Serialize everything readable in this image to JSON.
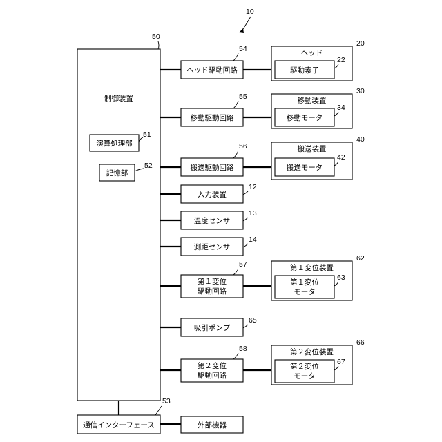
{
  "figure": {
    "ref": "10",
    "controller": {
      "title": "制御装置",
      "ref": "50"
    },
    "processing_unit": {
      "label": "演算処理部",
      "ref": "51"
    },
    "memory": {
      "label": "記憶部",
      "ref": "52"
    },
    "comm_interface": {
      "label": "通信インターフェース",
      "ref": "53"
    },
    "external_device": {
      "label": "外部機器"
    },
    "head_drive": {
      "label": "ヘッド駆動回路",
      "ref": "54"
    },
    "head": {
      "title": "ヘッド",
      "ref": "20",
      "inner_label": "駆動素子",
      "inner_ref": "22"
    },
    "move_drive": {
      "label": "移動駆動回路",
      "ref": "55"
    },
    "move_device": {
      "title": "移動装置",
      "ref": "30",
      "inner_label": "移動モータ",
      "inner_ref": "34"
    },
    "transport_drive": {
      "label": "搬送駆動回路",
      "ref": "56"
    },
    "transport_device": {
      "title": "搬送装置",
      "ref": "40",
      "inner_label": "搬送モータ",
      "inner_ref": "42"
    },
    "input_device": {
      "label": "入力装置",
      "ref": "12"
    },
    "temp_sensor": {
      "label": "温度センサ",
      "ref": "13"
    },
    "distance_sensor": {
      "label": "測距センサ",
      "ref": "14"
    },
    "disp1_drive": {
      "line1": "第１変位",
      "line2": "駆動回路",
      "ref": "57"
    },
    "disp1_device": {
      "title": "第１変位装置",
      "ref": "62",
      "inner_line1": "第１変位",
      "inner_line2": "モータ",
      "inner_ref": "63"
    },
    "suction_pump": {
      "label": "吸引ポンプ",
      "ref": "65"
    },
    "disp2_drive": {
      "line1": "第２変位",
      "line2": "駆動回路",
      "ref": "58"
    },
    "disp2_device": {
      "title": "第２変位装置",
      "ref": "66",
      "inner_line1": "第２変位",
      "inner_line2": "モータ",
      "inner_ref": "67"
    }
  }
}
